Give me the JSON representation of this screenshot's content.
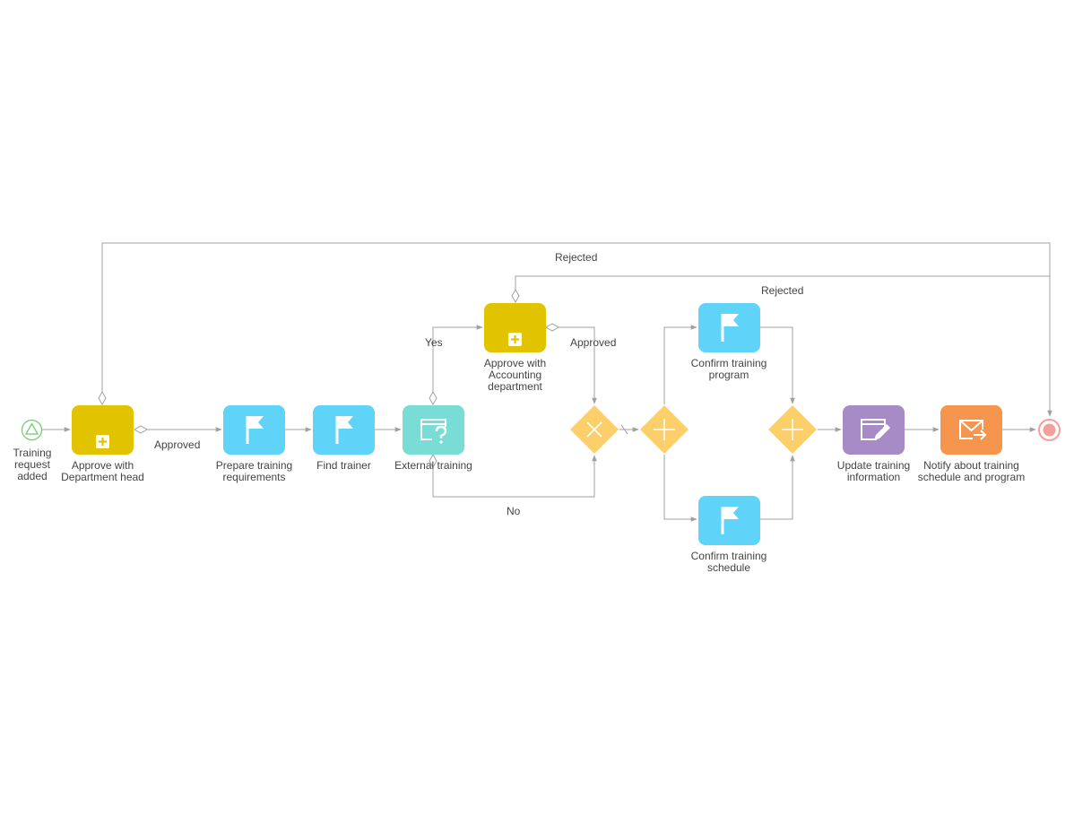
{
  "process": {
    "start_event": {
      "label": "Training request added"
    },
    "tasks": {
      "approve_department": {
        "label": "Approve with Department head",
        "color": "#e2c300",
        "icon": "subprocess-plus-icon"
      },
      "prepare_requirements": {
        "label": "Prepare training requirements",
        "color": "#5fd3f8",
        "icon": "flag-icon"
      },
      "find_trainer": {
        "label": "Find trainer",
        "color": "#5fd3f8",
        "icon": "flag-icon"
      },
      "external_training": {
        "label": "External training",
        "color": "#79ddd6",
        "icon": "question-window-icon"
      },
      "approve_accounting": {
        "label": "Approve with Accounting department",
        "color": "#e2c300",
        "icon": "subprocess-plus-icon"
      },
      "confirm_program": {
        "label": "Confirm training program",
        "color": "#5fd3f8",
        "icon": "flag-icon"
      },
      "confirm_schedule": {
        "label": "Confirm training schedule",
        "color": "#5fd3f8",
        "icon": "flag-icon"
      },
      "update_information": {
        "label": "Update training information",
        "color": "#a68bc6",
        "icon": "edit-page-icon"
      },
      "notify": {
        "label": "Notify about training schedule and program",
        "color": "#f6954e",
        "icon": "email-send-icon"
      }
    },
    "gateways": {
      "exclusive": {
        "type": "exclusive",
        "color": "#fccf6b",
        "icon": "x-icon"
      },
      "parallel_split": {
        "type": "parallel",
        "color": "#fccf6b",
        "icon": "plus-icon"
      },
      "parallel_join": {
        "type": "parallel",
        "color": "#fccf6b",
        "icon": "plus-icon"
      }
    },
    "end_event": {
      "color": "#f4a09a"
    },
    "flow_labels": {
      "approved_1": "Approved",
      "approved_2": "Approved",
      "yes": "Yes",
      "no": "No",
      "rejected_1": "Rejected",
      "rejected_2": "Rejected"
    },
    "colors": {
      "connector": "#a0a0a0",
      "start_event": "#7cc87a"
    }
  }
}
